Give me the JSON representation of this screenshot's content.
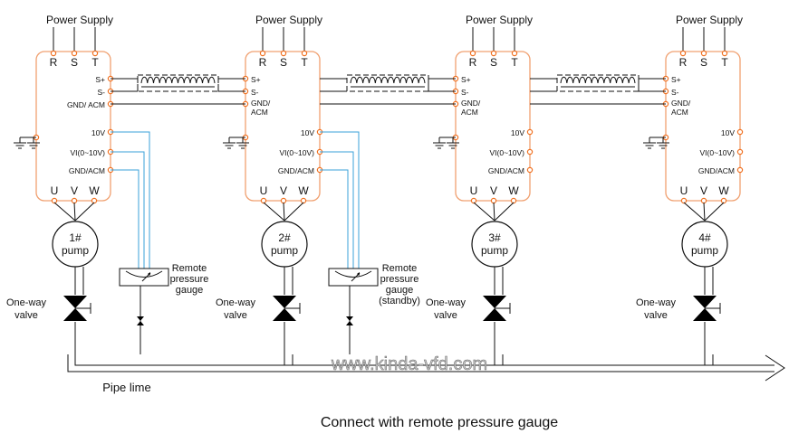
{
  "caption": "Connect with remote pressure gauge",
  "watermark": "www.kinda-vfd.com",
  "pipe_label": "Pipe lime",
  "drives": [
    {
      "power_supply": "Power Supply",
      "phases": [
        "R",
        "S",
        "T"
      ],
      "terminals": [
        "S+",
        "S-",
        "GND/ ACM",
        "10V",
        "VI(0~10V)",
        "GND/ACM"
      ],
      "outputs": [
        "U",
        "V",
        "W"
      ],
      "pump": [
        "1#",
        "pump"
      ],
      "valve": [
        "One-way",
        "valve"
      ],
      "gauge": [
        "Remote",
        "pressure",
        "gauge"
      ]
    },
    {
      "power_supply": "Power Supply",
      "phases": [
        "R",
        "S",
        "T"
      ],
      "terminals": [
        "S+",
        "S-",
        "GND/ ACM",
        "10V",
        "VI(0~10V)",
        "GND/ACM"
      ],
      "outputs": [
        "U",
        "V",
        "W"
      ],
      "pump": [
        "2#",
        "pump"
      ],
      "valve": [
        "One-way",
        "valve"
      ],
      "gauge": [
        "Remote",
        "pressure",
        "gauge",
        "(standby)"
      ]
    },
    {
      "power_supply": "Power Supply",
      "phases": [
        "R",
        "S",
        "T"
      ],
      "terminals": [
        "S+",
        "S-",
        "GND/ ACM",
        "10V",
        "VI(0~10V)",
        "GND/ACM"
      ],
      "outputs": [
        "U",
        "V",
        "W"
      ],
      "pump": [
        "3#",
        "pump"
      ],
      "valve": [
        "One-way",
        "valve"
      ]
    },
    {
      "power_supply": "Power Supply",
      "phases": [
        "R",
        "S",
        "T"
      ],
      "terminals": [
        "S+",
        "S-",
        "GND/ ACM",
        "10V",
        "VI(0~10V)",
        "GND/ACM"
      ],
      "outputs": [
        "U",
        "V",
        "W"
      ],
      "pump": [
        "4#",
        "pump"
      ],
      "valve": [
        "One-way",
        "valve"
      ]
    }
  ]
}
